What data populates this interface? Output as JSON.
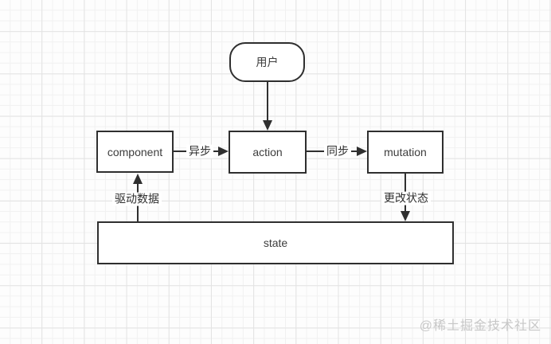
{
  "nodes": {
    "user": {
      "label": "用户"
    },
    "component": {
      "label": "component"
    },
    "action": {
      "label": "action"
    },
    "mutation": {
      "label": "mutation"
    },
    "state": {
      "label": "state"
    }
  },
  "edges": {
    "component_to_action": {
      "label": "异步"
    },
    "action_to_mutation": {
      "label": "同步"
    },
    "mutation_to_state": {
      "label": "更改状态"
    },
    "state_to_component": {
      "label": "驱动数据"
    },
    "user_to_action": {
      "label": ""
    }
  },
  "watermark": "@稀土掘金技术社区",
  "colors": {
    "stroke": "#2f2f2f",
    "node_fill": "#ffffff",
    "text": "#3d3d3d",
    "grid_minor": "#f1f1f1",
    "grid_major": "#e3e3e3",
    "background": "#fdfdfd",
    "watermark": "#c7c7c7"
  }
}
